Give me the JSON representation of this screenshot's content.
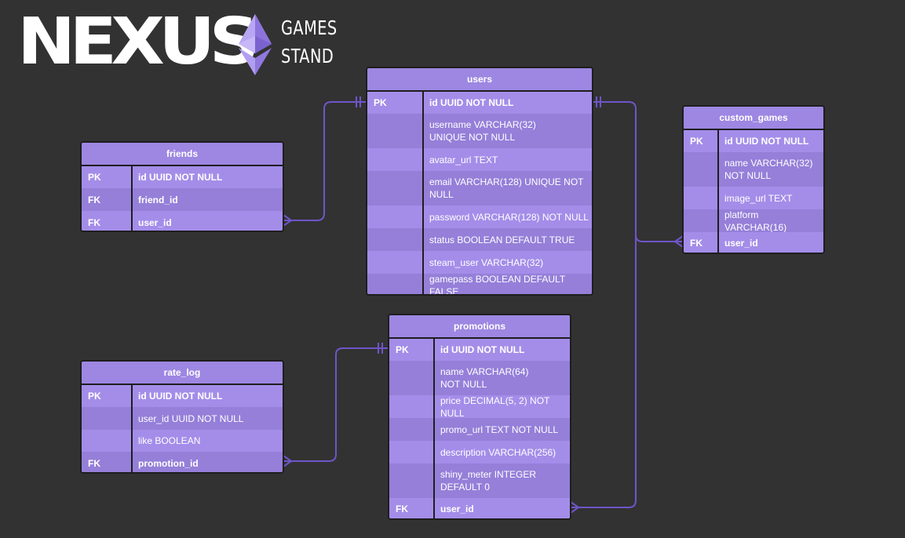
{
  "logo": {
    "wordmark": "NEXUS",
    "subtitle_line1": "GAMES",
    "subtitle_line2": "STAND"
  },
  "colors": {
    "background": "#323232",
    "table_fill": "#a48de9",
    "table_alt_fill": "#957fd9",
    "border": "#1e1e1e",
    "connector": "#6f55c9"
  },
  "tables": {
    "users": {
      "title": "users",
      "rows": [
        {
          "key": "PK",
          "text": "id UUID NOT NULL"
        },
        {
          "key": "",
          "text": "username VARCHAR(32)\nUNIQUE NOT NULL"
        },
        {
          "key": "",
          "text": "avatar_url TEXT"
        },
        {
          "key": "",
          "text": "email VARCHAR(128) UNIQUE NOT\nNULL"
        },
        {
          "key": "",
          "text": "password VARCHAR(128) NOT NULL"
        },
        {
          "key": "",
          "text": "status BOOLEAN DEFAULT TRUE"
        },
        {
          "key": "",
          "text": "steam_user VARCHAR(32)"
        },
        {
          "key": "",
          "text": "gamepass BOOLEAN DEFAULT FALSE"
        }
      ]
    },
    "friends": {
      "title": "friends",
      "rows": [
        {
          "key": "PK",
          "text": "id UUID NOT NULL"
        },
        {
          "key": "FK",
          "text": "friend_id"
        },
        {
          "key": "FK",
          "text": "user_id"
        }
      ]
    },
    "custom_games": {
      "title": "custom_games",
      "rows": [
        {
          "key": "PK",
          "text": "id UUID NOT NULL"
        },
        {
          "key": "",
          "text": "name VARCHAR(32)\nNOT NULL"
        },
        {
          "key": "",
          "text": "image_url TEXT"
        },
        {
          "key": "",
          "text": "platform VARCHAR(16)"
        },
        {
          "key": "FK",
          "text": "user_id"
        }
      ]
    },
    "promotions": {
      "title": "promotions",
      "rows": [
        {
          "key": "PK",
          "text": "id UUID NOT NULL"
        },
        {
          "key": "",
          "text": "name VARCHAR(64)\nNOT NULL"
        },
        {
          "key": "",
          "text": "price DECIMAL(5, 2) NOT NULL"
        },
        {
          "key": "",
          "text": "promo_url TEXT NOT NULL"
        },
        {
          "key": "",
          "text": "description VARCHAR(256)"
        },
        {
          "key": "",
          "text": "shiny_meter INTEGER\nDEFAULT 0"
        },
        {
          "key": "FK",
          "text": "user_id"
        }
      ]
    },
    "rate_log": {
      "title": "rate_log",
      "rows": [
        {
          "key": "PK",
          "text": "id UUID NOT NULL"
        },
        {
          "key": "",
          "text": "user_id UUID NOT NULL"
        },
        {
          "key": "",
          "text": "like BOOLEAN"
        },
        {
          "key": "FK",
          "text": "promotion_id"
        }
      ]
    }
  }
}
